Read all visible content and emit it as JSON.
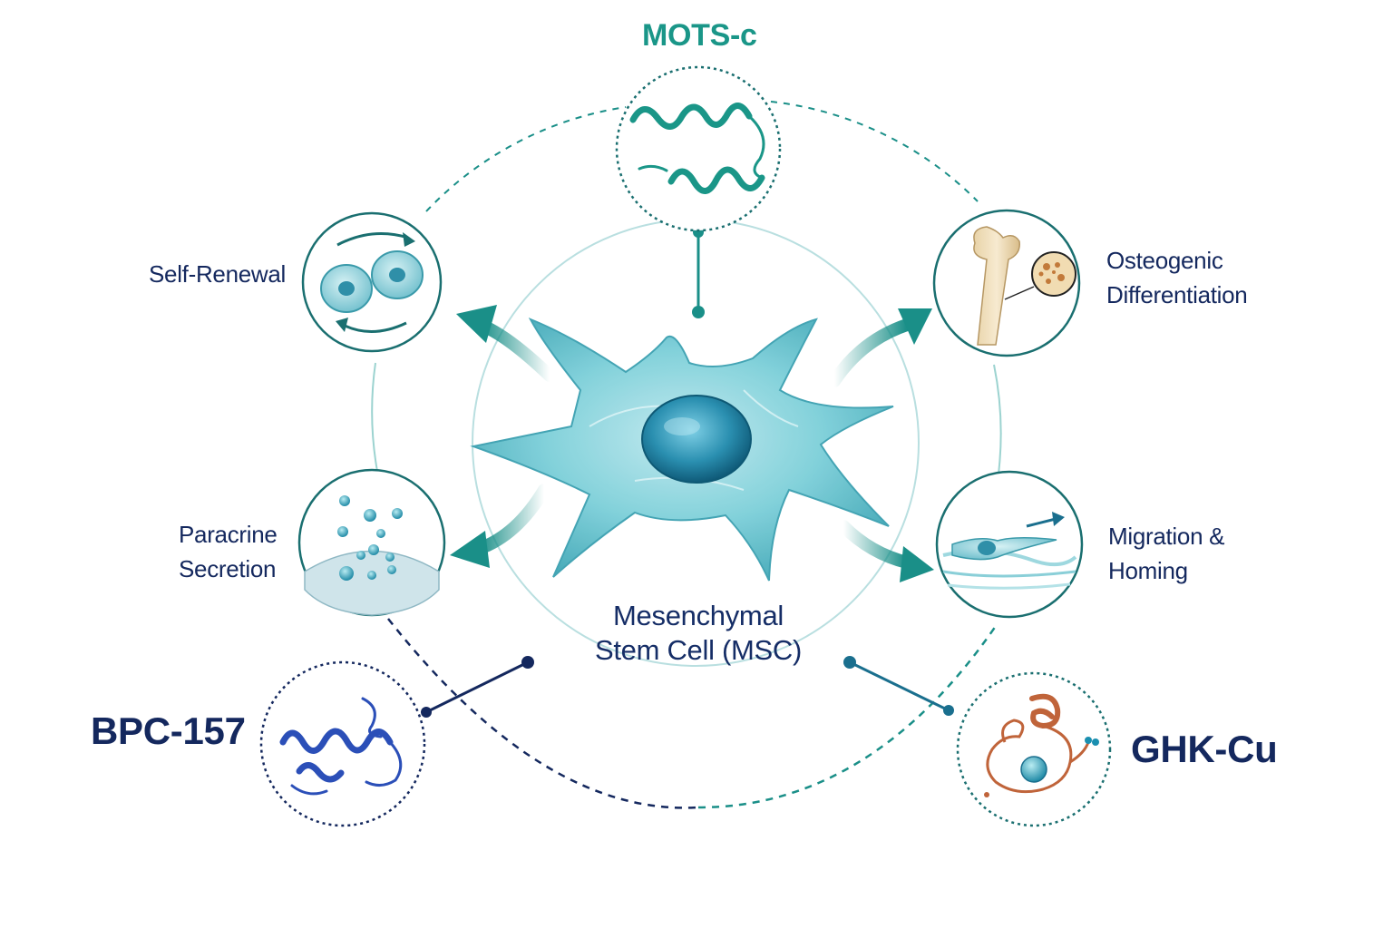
{
  "center": {
    "line1": "Mesenchymal",
    "line2": "Stem Cell (MSC)"
  },
  "functions": {
    "self_renewal": {
      "line1": "Self-Renewal"
    },
    "paracrine": {
      "line1": "Paracrine",
      "line2": "Secretion"
    },
    "osteogenic": {
      "line1": "Osteogenic",
      "line2": "Differentiation"
    },
    "migration": {
      "line1": "Migration &",
      "line2": "Homing"
    }
  },
  "peptides": {
    "mots_c": {
      "label": "MOTS-c",
      "color": "#1a9688"
    },
    "bpc_157": {
      "label": "BPC-157",
      "color": "#14285e"
    },
    "ghk_cu": {
      "label": "GHK-Cu",
      "color": "#14285e"
    }
  },
  "colors": {
    "teal": "#1a8f88",
    "navy": "#14285e",
    "cell": "#6ec6d1",
    "copper": "#c0643a",
    "protein_blue": "#2b4fb8"
  },
  "icons": {
    "center": "mesenchymal-stem-cell",
    "self_renewal": "dividing-cells-cycle",
    "paracrine": "secreted-vesicles",
    "osteogenic": "bone-with-trabecular-inset",
    "migration": "migrating-cell-on-fibers",
    "mots_c": "teal-helical-peptide",
    "bpc_157": "blue-helical-peptide",
    "ghk_cu": "copper-peptide-complex"
  }
}
